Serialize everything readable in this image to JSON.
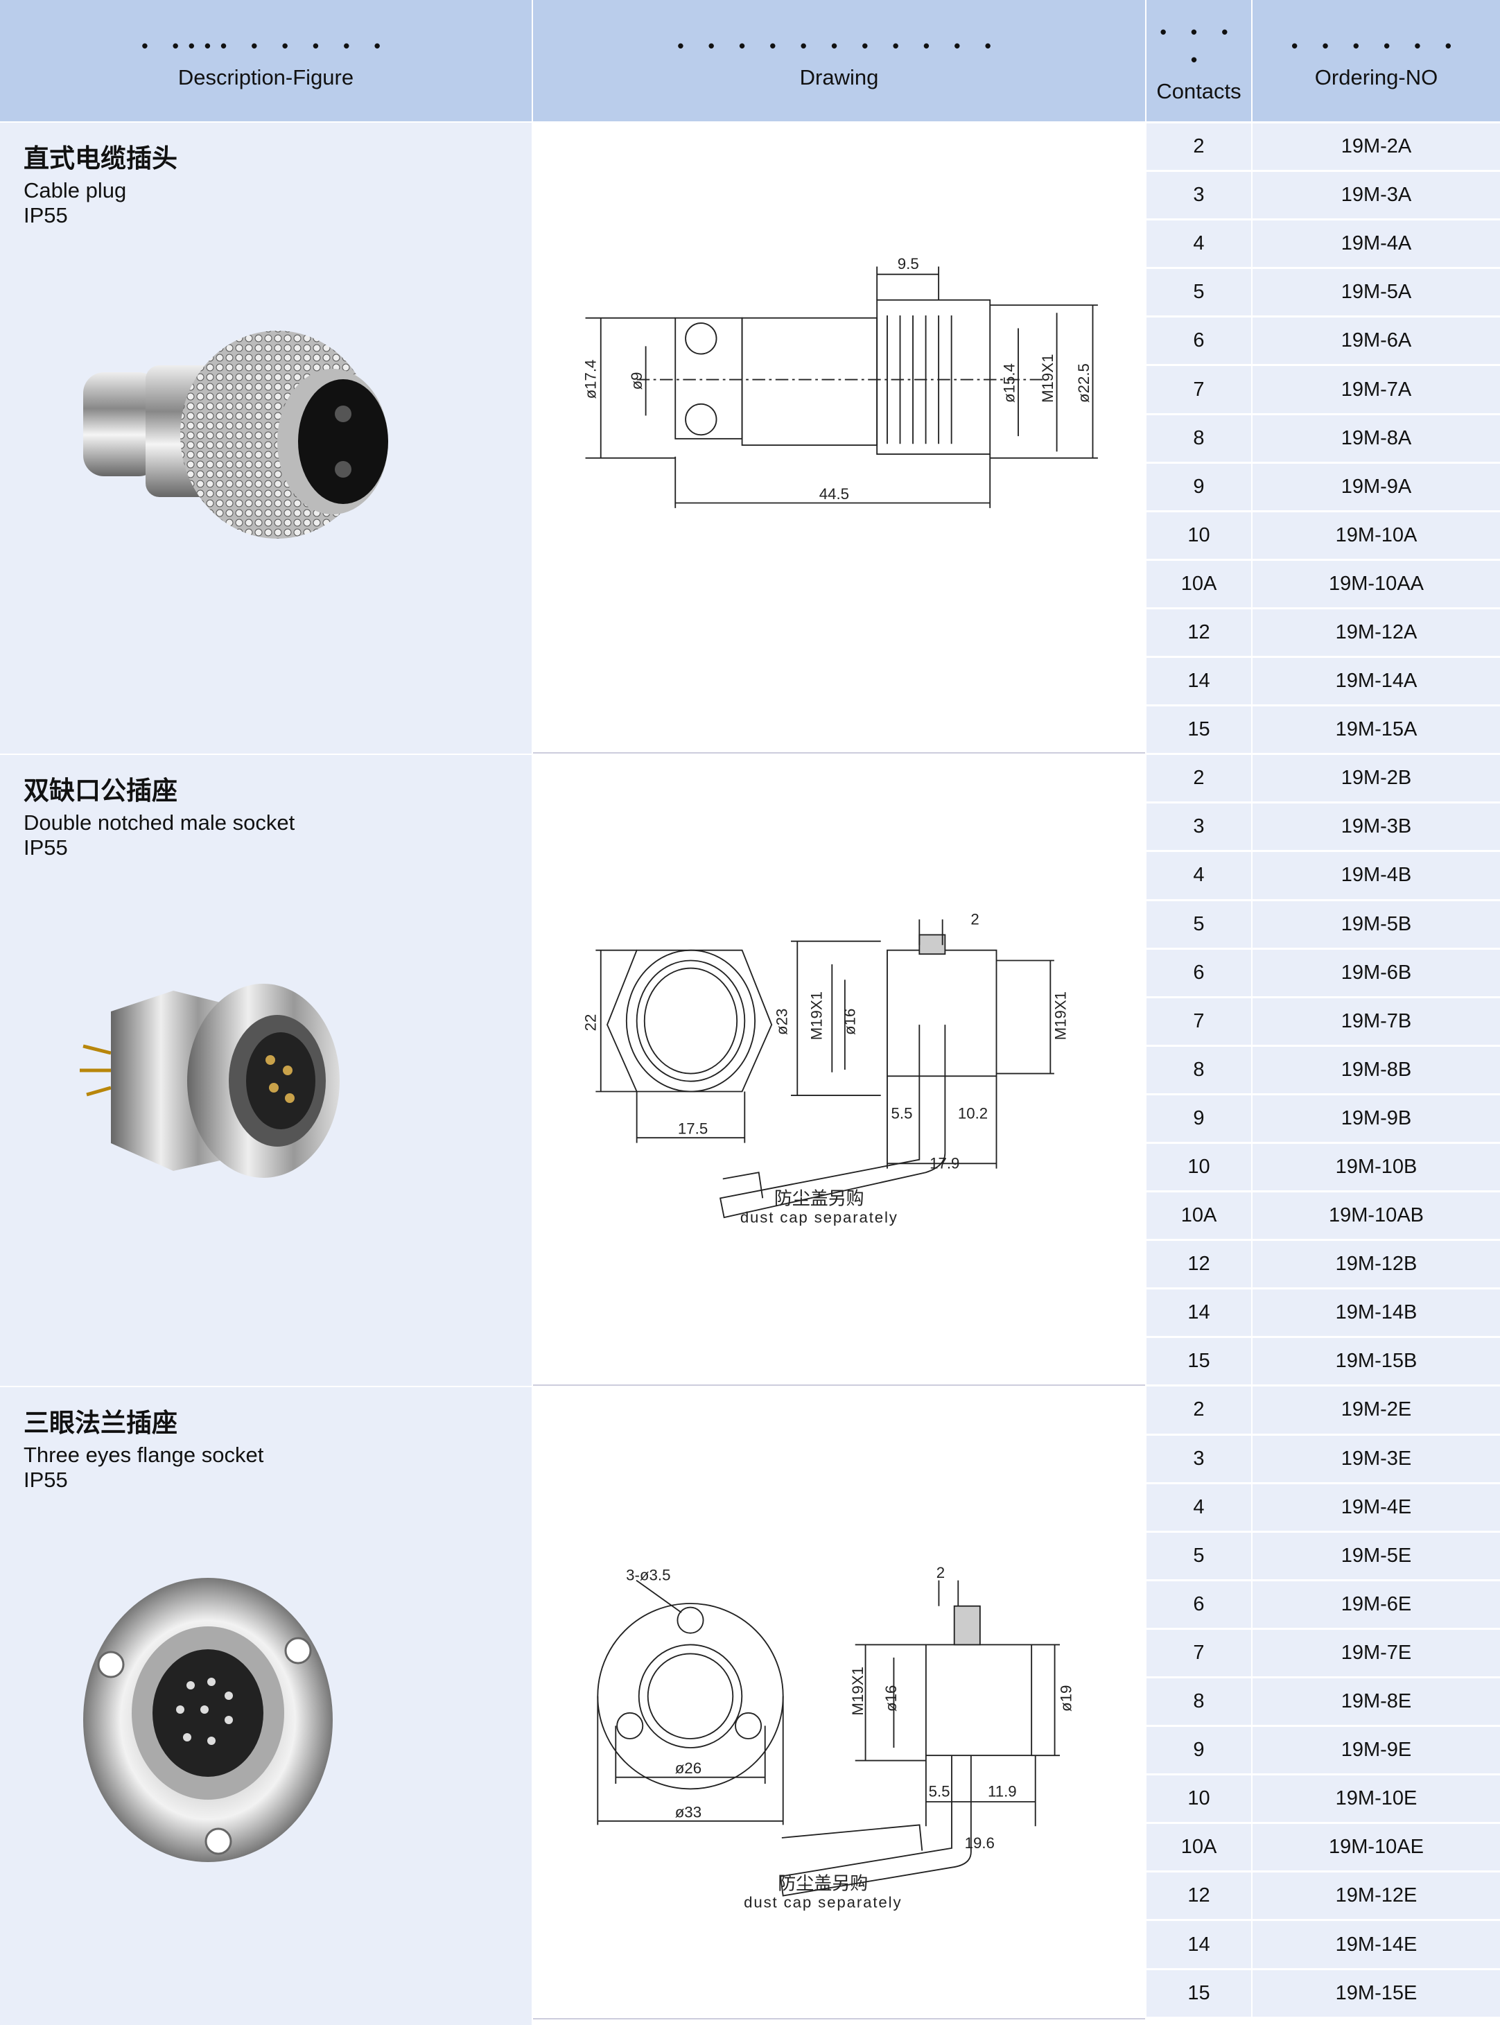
{
  "header": {
    "col1": {
      "dots": "• •••• • • • • •",
      "label": "Description-Figure"
    },
    "col2": {
      "dots": "• • • • • • • • • • •",
      "label": "Drawing"
    },
    "col3": {
      "dots": "• • • •",
      "label": "Contacts"
    },
    "col4": {
      "dots": "• • • • • •",
      "label": "Ordering-NO"
    }
  },
  "sections": [
    {
      "title_cn": "直式电缆插头",
      "title_en": "Cable plug",
      "rating": "IP55",
      "drawing": {
        "d1": "9.5",
        "d2": "ø17.4",
        "d3": "ø9",
        "d4": "ø15.4",
        "d5": "M19X1",
        "d6": "ø22.5",
        "d7": "44.5"
      },
      "rows": [
        [
          "2",
          "19M-2A"
        ],
        [
          "3",
          "19M-3A"
        ],
        [
          "4",
          "19M-4A"
        ],
        [
          "5",
          "19M-5A"
        ],
        [
          "6",
          "19M-6A"
        ],
        [
          "7",
          "19M-7A"
        ],
        [
          "8",
          "19M-8A"
        ],
        [
          "9",
          "19M-9A"
        ],
        [
          "10",
          "19M-10A"
        ],
        [
          "10A",
          "19M-10AA"
        ],
        [
          "12",
          "19M-12A"
        ],
        [
          "14",
          "19M-14A"
        ],
        [
          "15",
          "19M-15A"
        ]
      ]
    },
    {
      "title_cn": "双缺口公插座",
      "title_en": "Double notched male socket",
      "rating": "IP55",
      "drawing": {
        "d1": "22",
        "d2": "ø23",
        "d3": "17.5",
        "d4": "M19X1",
        "d5": "ø16",
        "d6": "2",
        "d7": "M19X1",
        "d8": "5.5",
        "d9": "10.2",
        "d10": "17.9",
        "note_cn": "防尘盖另购",
        "note_en": "dust cap separately"
      },
      "rows": [
        [
          "2",
          "19M-2B"
        ],
        [
          "3",
          "19M-3B"
        ],
        [
          "4",
          "19M-4B"
        ],
        [
          "5",
          "19M-5B"
        ],
        [
          "6",
          "19M-6B"
        ],
        [
          "7",
          "19M-7B"
        ],
        [
          "8",
          "19M-8B"
        ],
        [
          "9",
          "19M-9B"
        ],
        [
          "10",
          "19M-10B"
        ],
        [
          "10A",
          "19M-10AB"
        ],
        [
          "12",
          "19M-12B"
        ],
        [
          "14",
          "19M-14B"
        ],
        [
          "15",
          "19M-15B"
        ]
      ]
    },
    {
      "title_cn": "三眼法兰插座",
      "title_en": "Three eyes flange socket",
      "rating": "IP55",
      "drawing": {
        "d1": "3-ø3.5",
        "d2": "ø26",
        "d3": "ø33",
        "d4": "2",
        "d5": "M19X1",
        "d6": "ø16",
        "d7": "ø19",
        "d8": "5.5",
        "d9": "11.9",
        "d10": "19.6",
        "note_cn": "防尘盖另购",
        "note_en": "dust cap separately"
      },
      "rows": [
        [
          "2",
          "19M-2E"
        ],
        [
          "3",
          "19M-3E"
        ],
        [
          "4",
          "19M-4E"
        ],
        [
          "5",
          "19M-5E"
        ],
        [
          "6",
          "19M-6E"
        ],
        [
          "7",
          "19M-7E"
        ],
        [
          "8",
          "19M-8E"
        ],
        [
          "9",
          "19M-9E"
        ],
        [
          "10",
          "19M-10E"
        ],
        [
          "10A",
          "19M-10AE"
        ],
        [
          "12",
          "19M-12E"
        ],
        [
          "14",
          "19M-14E"
        ],
        [
          "15",
          "19M-15E"
        ]
      ]
    }
  ],
  "colors": {
    "header_bg": "#BACDEB",
    "cell_bg": "#E9EEF9"
  }
}
